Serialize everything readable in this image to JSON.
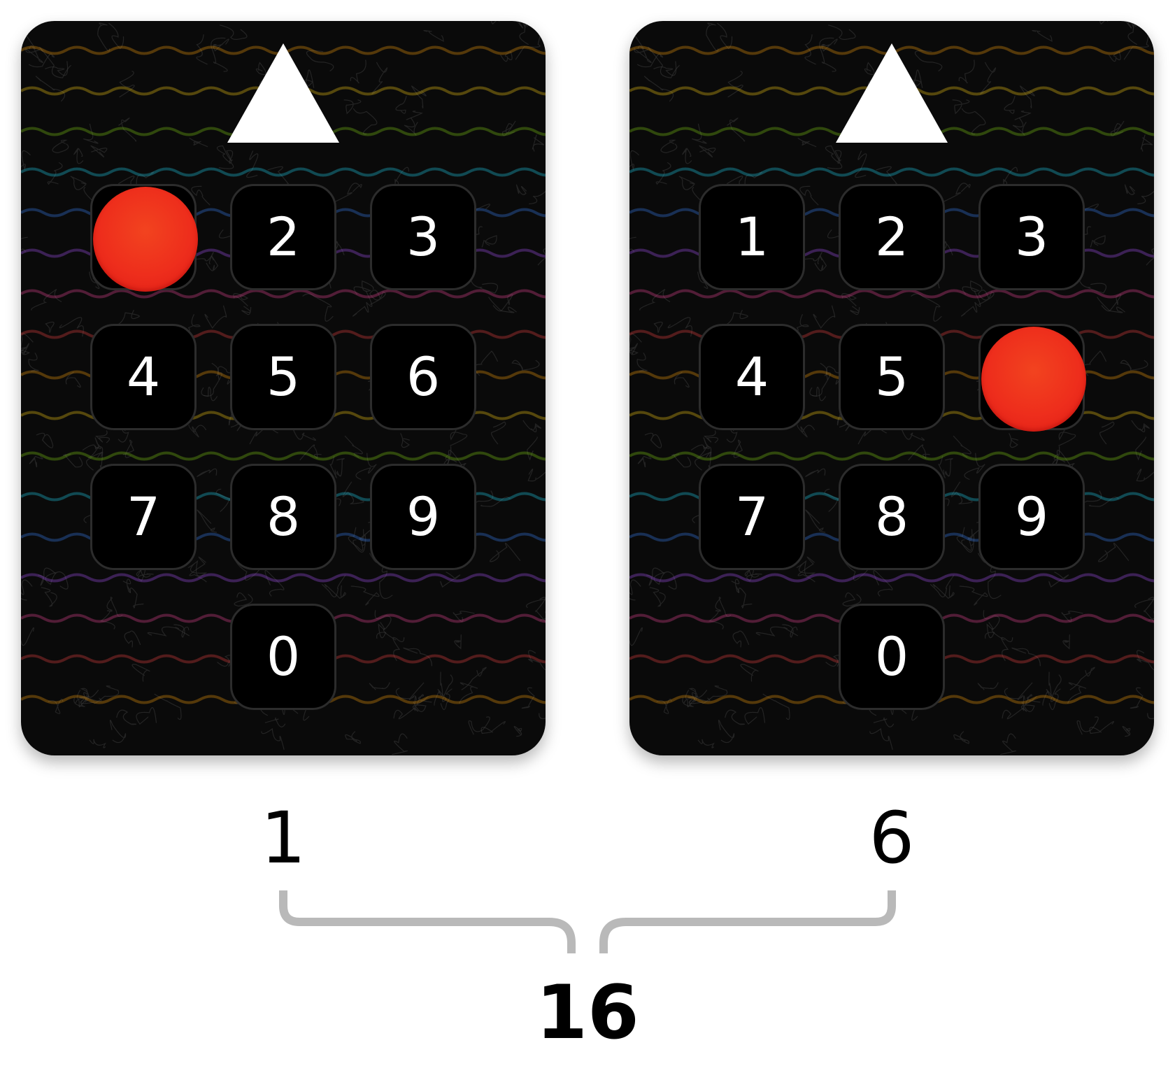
{
  "panels": [
    {
      "name": "left",
      "keys": [
        "1",
        "2",
        "3",
        "4",
        "5",
        "6",
        "7",
        "8",
        "9",
        "0"
      ],
      "pressed_key": "1",
      "selected_digit": "1"
    },
    {
      "name": "right",
      "keys": [
        "1",
        "2",
        "3",
        "4",
        "5",
        "6",
        "7",
        "8",
        "9",
        "0"
      ],
      "pressed_key": "6",
      "selected_digit": "6"
    }
  ],
  "result": "16",
  "colors": {
    "panel_background": "#0a0a0a",
    "key_background": "#000000",
    "key_border": "#2c2c2c",
    "pressed_dot": "#ee2e1c",
    "bracket": "#b9b9b9",
    "wave_colors": [
      "#f59e0b",
      "#facc15",
      "#84cc16",
      "#22d3ee",
      "#3b82f6",
      "#a855f7",
      "#ec4899",
      "#ef4444"
    ]
  }
}
